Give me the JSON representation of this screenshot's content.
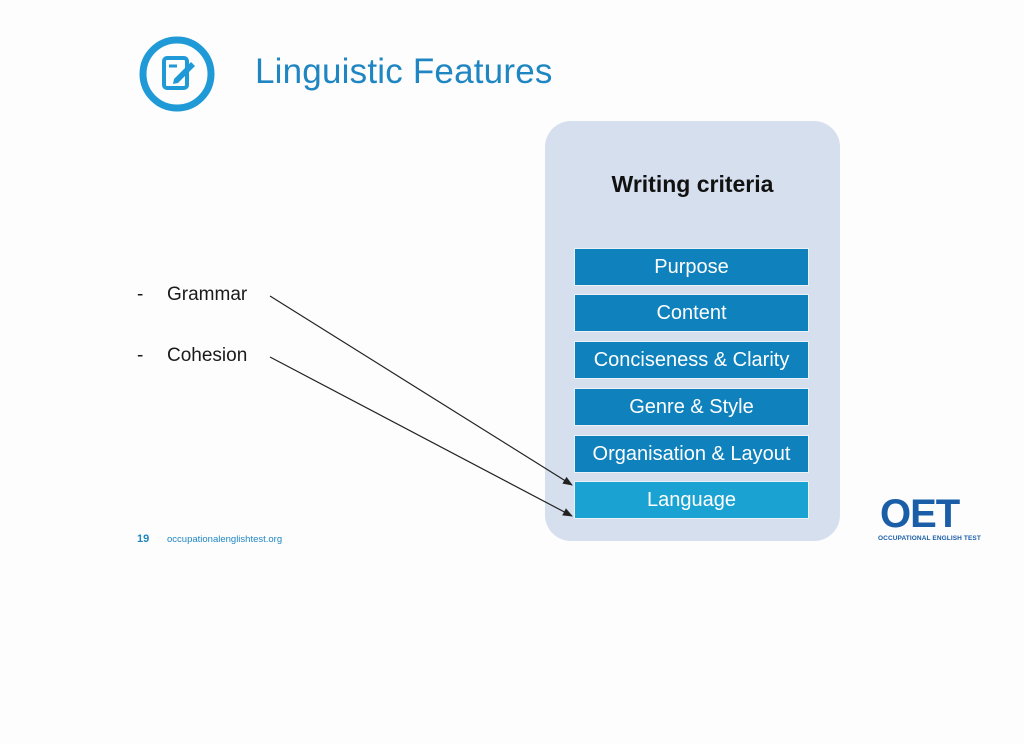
{
  "header": {
    "title": "Linguistic Features",
    "icon": "edit-note-icon",
    "accent_color": "#1f86c2"
  },
  "bullets": [
    {
      "dash": "-",
      "label": "Grammar"
    },
    {
      "dash": "-",
      "label": "Cohesion"
    }
  ],
  "panel": {
    "title": "Writing criteria",
    "background": "#d5dfee",
    "items": [
      {
        "label": "Purpose"
      },
      {
        "label": "Content"
      },
      {
        "label": "Conciseness & Clarity"
      },
      {
        "label": "Genre & Style"
      },
      {
        "label": "Organisation & Layout"
      },
      {
        "label": "Language"
      }
    ],
    "item_color": "#0f81bd",
    "highlight_color": "#1aa3d2"
  },
  "footer": {
    "page_number": "19",
    "website": "occupationalenglishtest.org"
  },
  "logo": {
    "letters": "OET",
    "tagline": "OCCUPATIONAL ENGLISH TEST"
  }
}
